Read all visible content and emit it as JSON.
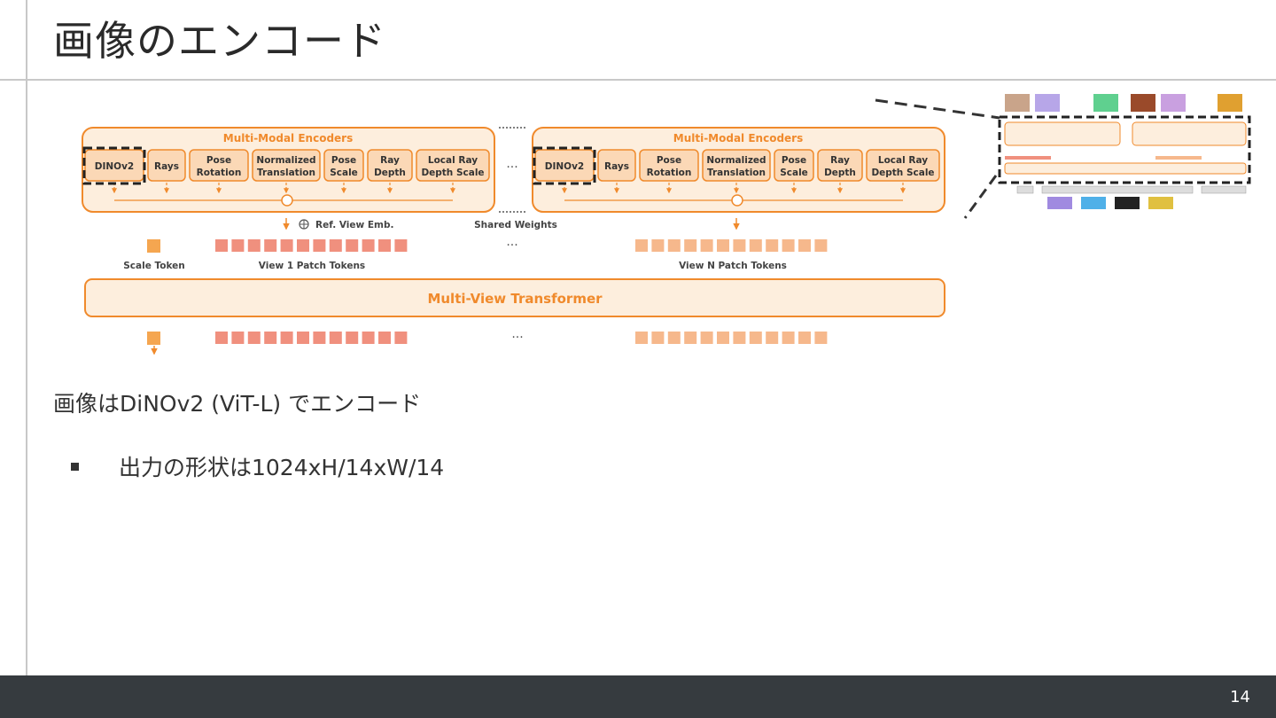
{
  "slide": {
    "title": "画像のエンコード",
    "body": "画像はDiNOv2 (ViT-L) でエンコード",
    "bullet": "出力の形状は1024xH/14xW/14",
    "page_number": "14"
  },
  "diagram": {
    "encoder_title": "Multi-Modal Encoders",
    "modules": [
      "DINOv2",
      "Rays",
      "Pose\nRotation",
      "Normalized\nTranslation",
      "Pose\nScale",
      "Ray\nDepth",
      "Local Ray\nDepth Scale"
    ],
    "ellipsis": "···",
    "ref_view_label": "Ref. View Emb.",
    "shared_weights": "Shared Weights",
    "scale_token_label": "Scale Token",
    "view1_label": "View 1 Patch Tokens",
    "viewN_label": "View N Patch Tokens",
    "transformer_label": "Multi-View Transformer"
  },
  "colors": {
    "accent": "#f08a2c",
    "panel_fill": "#fdeedd",
    "module_fill": "#fbd8b6",
    "token_view1": "#f0907e",
    "token_viewN": "#f6b88c",
    "scale_token": "#f5a650",
    "footer": "#363b3f"
  }
}
